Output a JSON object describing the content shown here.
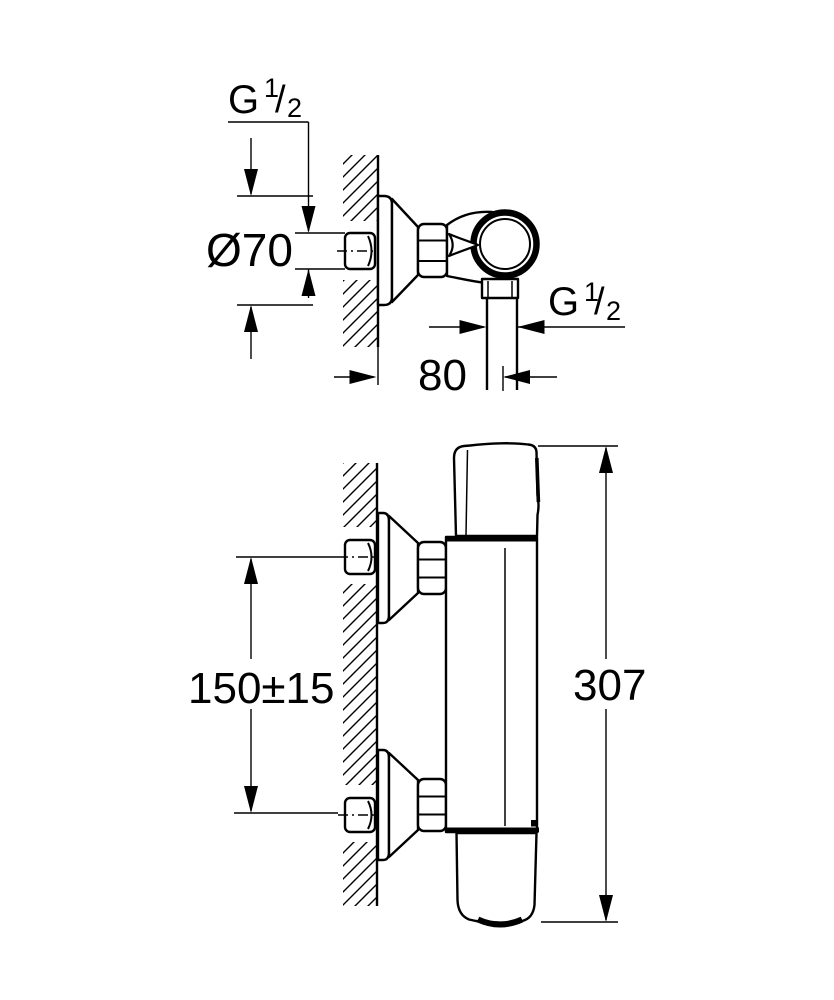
{
  "drawing": {
    "kind": "technical-dimension-drawing",
    "colors": {
      "line": "#000000",
      "background": "#ffffff"
    },
    "labels": {
      "g_top": {
        "g": "G",
        "num": "1",
        "slash": "/",
        "den": "2"
      },
      "g_right": {
        "g": "G",
        "num": "1",
        "slash": "/",
        "den": "2"
      },
      "phi70": "Ø70",
      "depth80": "80",
      "spacing150": "150±15",
      "height307": "307"
    }
  }
}
